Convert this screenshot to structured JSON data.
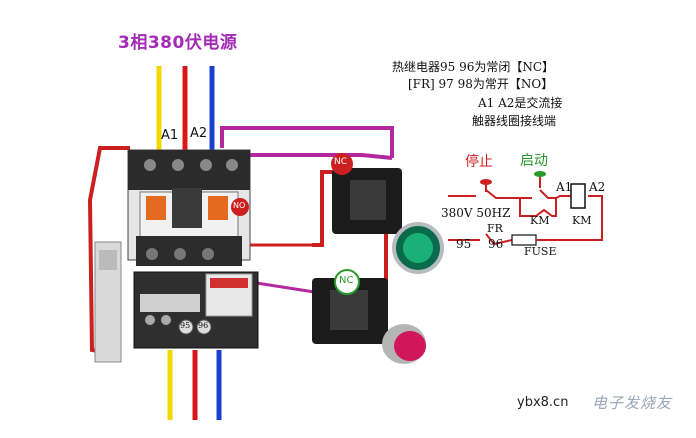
{
  "diagram": {
    "title": "3相380伏电源",
    "notes": {
      "line1": "热继电器95 96为常闭【NC】",
      "line2": "[FR]  97 98为常开【NO】",
      "line3": "A1  A2是交流接",
      "line4": "触器线圈接线端"
    },
    "photo_labels": {
      "a1": "A1",
      "a2": "A2",
      "nc_top": "NC",
      "no_side": "NO",
      "nc_bottom": "NC",
      "relay_95": "95",
      "relay_96": "96"
    },
    "schematic": {
      "stop": "停止",
      "start": "启动",
      "a1": "A1",
      "a2": "A2",
      "supply": "380V 50HZ",
      "fr": "FR",
      "km1": "KM",
      "km2": "KM",
      "t95": "95",
      "t96": "96",
      "fuse": "FUSE"
    },
    "watermark": {
      "site": "ybx8.cn",
      "brand": "电子发烧友"
    },
    "colors": {
      "phase_yellow": "#f0d800",
      "phase_red": "#d81818",
      "phase_blue": "#1a3fd0",
      "wire_magenta": "#b3289e",
      "wire_red": "#cc2020",
      "title": "#a42bb5"
    }
  }
}
